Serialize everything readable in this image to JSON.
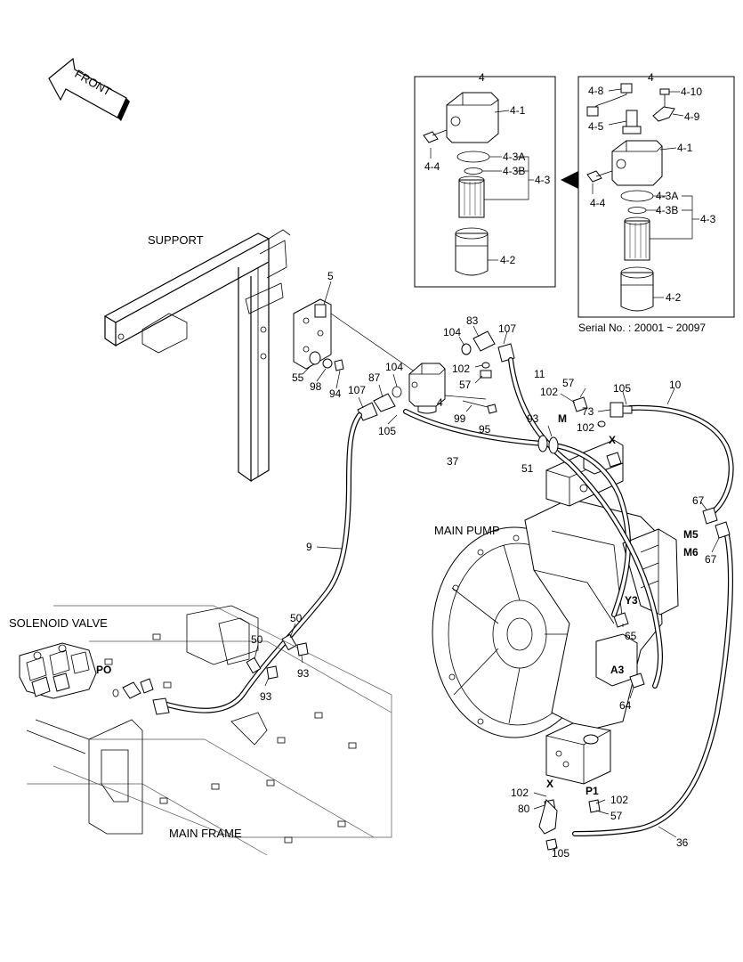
{
  "front_label": "FRONT",
  "regions": {
    "support": "SUPPORT",
    "main_pump": "MAIN PUMP",
    "solenoid_valve": "SOLENOID VALVE",
    "main_frame": "MAIN FRAME"
  },
  "inset": {
    "left_title": "4",
    "right_title": "4",
    "serial": "Serial No. : 20001 ~ 20097",
    "left_labels": [
      "4-1",
      "4-4",
      "4-3A",
      "4-3B",
      "4-3",
      "4-2"
    ],
    "right_labels": [
      "4-8",
      "4-10",
      "4-5",
      "4-9",
      "4-1",
      "4-4",
      "4-3A",
      "4-3B",
      "4-3",
      "4-2"
    ]
  },
  "port_labels": [
    "M",
    "X",
    "M5",
    "M6",
    "Y3",
    "A3",
    "P1",
    "X",
    "PO"
  ],
  "part_numbers": {
    "n5": "5",
    "n55": "55",
    "n98": "98",
    "n94": "94",
    "n83": "83",
    "n104a": "104",
    "n107a": "107",
    "n102a": "102",
    "n57a": "57",
    "n11": "11",
    "n104b": "104",
    "n87": "87",
    "n107b": "107",
    "n4": "4",
    "n99": "99",
    "n95": "95",
    "n105a": "105",
    "n37": "37",
    "n93a": "93",
    "n51": "51",
    "n57b": "57",
    "n102b": "102",
    "n73": "73",
    "n102c": "102",
    "n105b": "105",
    "n10": "10",
    "n9": "9",
    "n67a": "67",
    "n67b": "67",
    "n50a": "50",
    "n50b": "50",
    "n93b": "93",
    "n93c": "93",
    "n65": "65",
    "n64": "64",
    "n102d": "102",
    "n80": "80",
    "n105c": "105",
    "n102e": "102",
    "n57c": "57",
    "n36": "36"
  }
}
